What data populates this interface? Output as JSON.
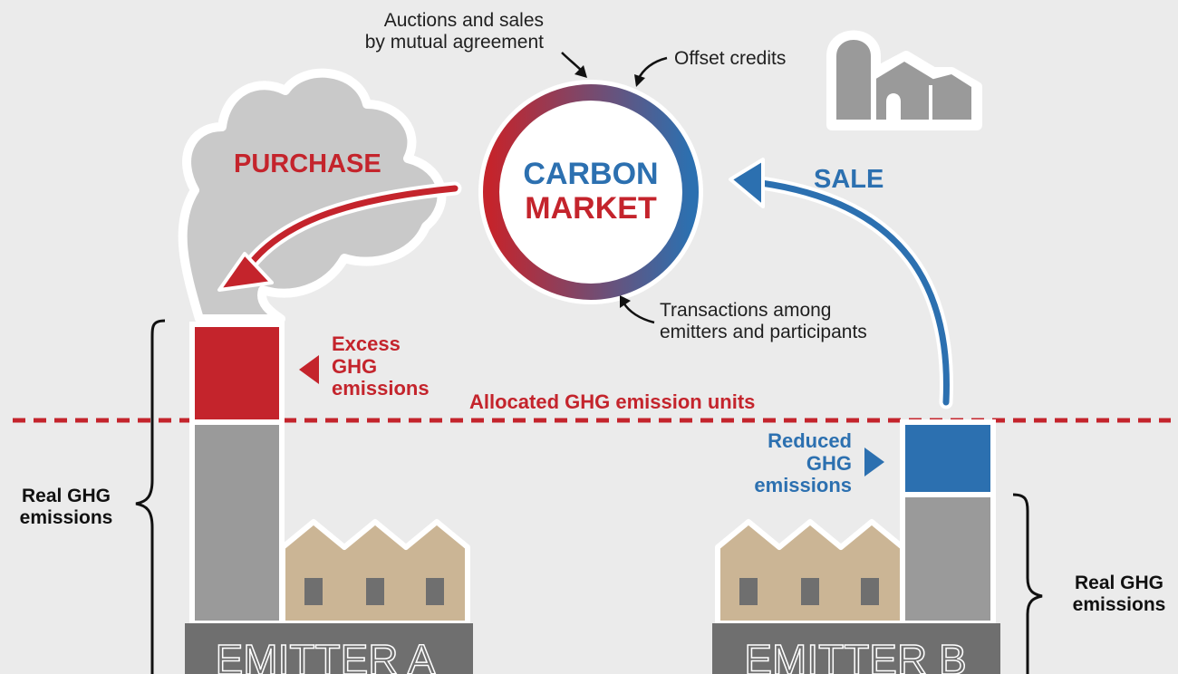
{
  "labels": {
    "auctions": [
      "Auctions and sales",
      "by mutual agreement"
    ],
    "offset": "Offset credits",
    "transactions": [
      "Transactions among",
      "emitters and participants"
    ],
    "market": [
      "CARBON",
      "MARKET"
    ],
    "purchase": "PURCHASE",
    "sale": "SALE",
    "excess": [
      "Excess",
      "GHG",
      "emissions"
    ],
    "reduced": [
      "Reduced",
      "GHG",
      "emissions"
    ],
    "allocated": "Allocated GHG emission units",
    "real_left": [
      "Real GHG",
      "emissions"
    ],
    "real_right": [
      "Real GHG",
      "emissions"
    ],
    "emitter_a": "EMITTER A",
    "emitter_b": "EMITTER B"
  },
  "colors": {
    "red": "#c4242c",
    "blue": "#2c70b0",
    "gray_stack": "#9a9a9a",
    "factory": "#cbb595",
    "base": "#6f6f6f",
    "cloud": "#c9c9c9",
    "background": "#ebebeb"
  },
  "icons": [
    "smoke-cloud-icon",
    "farm-barn-icon",
    "factory-icon"
  ]
}
